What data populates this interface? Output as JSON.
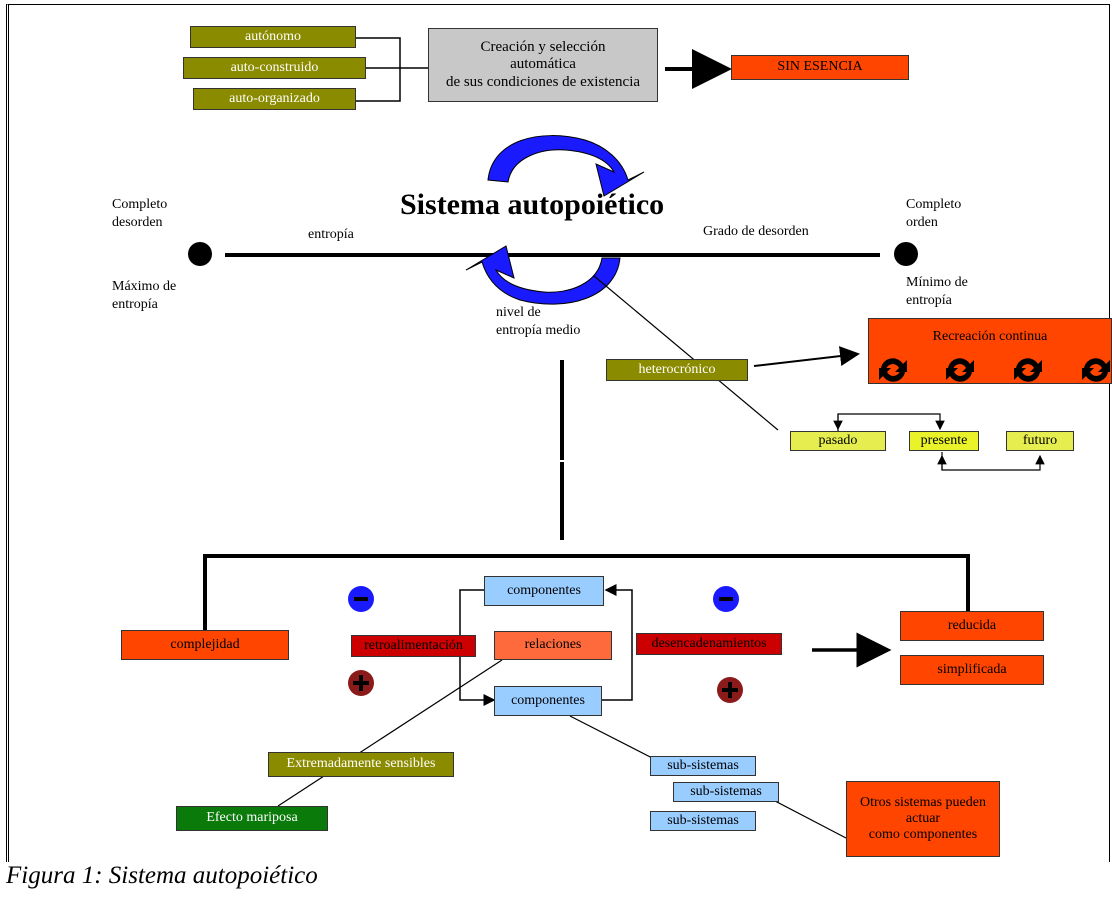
{
  "title": "Sistema autopoiético",
  "caption": "Figura 1: Sistema autopoiético",
  "top": {
    "properties": [
      "autónomo",
      "auto-construido",
      "auto-organizado"
    ],
    "creation_line1": "Creación y selección",
    "creation_line2": "automática",
    "creation_line3": "de sus condiciones de existencia",
    "result": "SIN ESENCIA"
  },
  "scale": {
    "left_top_1": "Completo",
    "left_top_2": "desorden",
    "left_bottom_1": "Máximo de",
    "left_bottom_2": "entropía",
    "left_axis": "entropía",
    "right_axis": "Grado de desorden",
    "right_top_1": "Completo",
    "right_top_2": "orden",
    "right_bottom_1": "Mínimo de",
    "right_bottom_2": "entropía",
    "middle_1": "nivel de",
    "middle_2": "entropía medio"
  },
  "time": {
    "heterocronico": "heterocrónico",
    "recreacion": "Recreación continua",
    "pasado": "pasado",
    "presente": "presente",
    "futuro": "futuro"
  },
  "system": {
    "complejidad": "complejidad",
    "retroalimentacion": "retroalimentación",
    "relaciones": "relaciones",
    "componentes_top": "componentes",
    "componentes_bottom": "componentes",
    "desencadenamientos": "desencadenamientos",
    "reducida": "reducida",
    "simplificada": "simplificada",
    "sensibles": "Extremadamente sensibles",
    "mariposa": "Efecto mariposa",
    "subsistemas": [
      "sub-sistemas",
      "sub-sistemas",
      "sub-sistemas"
    ],
    "otros_1": "Otros sistemas pueden",
    "otros_2": "actuar",
    "otros_3": "como componentes"
  },
  "colors": {
    "olive": "#8b8b00",
    "orange_red": "#ff4500",
    "dark_red": "#cc0000",
    "light_blue": "#99ccff",
    "yellow": "#e6ee4f",
    "gray": "#c8c8c8",
    "green": "#0a7a0a",
    "cycle_blue": "#1a1aff"
  },
  "icons": [
    "circular-arrows-icon",
    "refresh-icon",
    "minus-icon",
    "plus-icon"
  ]
}
